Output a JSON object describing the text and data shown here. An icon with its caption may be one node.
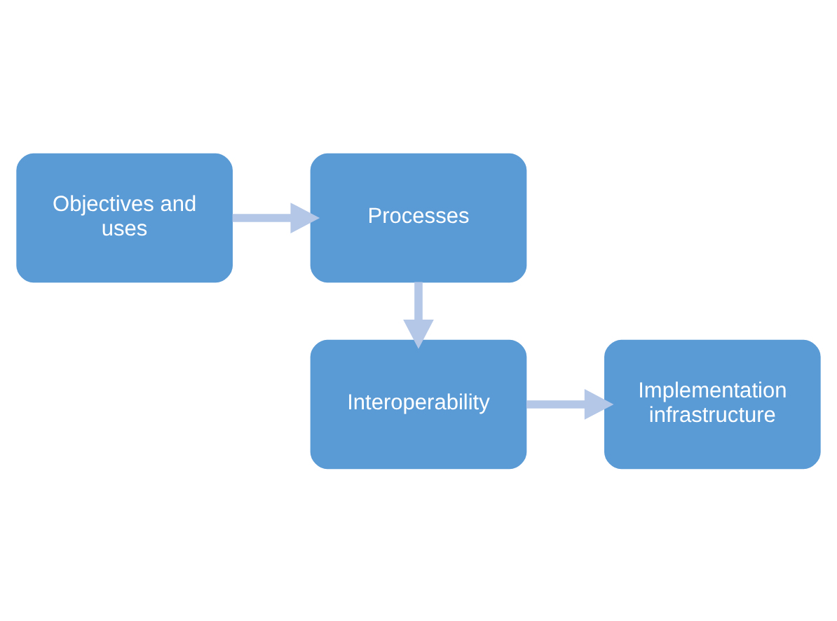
{
  "diagram": {
    "nodes": [
      {
        "text": [
          "Objectives and uses"
        ]
      },
      {
        "text": [
          "Processes"
        ]
      },
      {
        "text": [
          "Interoperability"
        ]
      },
      {
        "text": [
          "Implementation infrastructure"
        ]
      }
    ],
    "edges": [
      {
        "from": 0,
        "to": 1,
        "arrow": "to"
      },
      {
        "from": 1,
        "to": 2,
        "arrow": "to"
      },
      {
        "from": 2,
        "to": 3,
        "arrow": "to"
      }
    ]
  }
}
